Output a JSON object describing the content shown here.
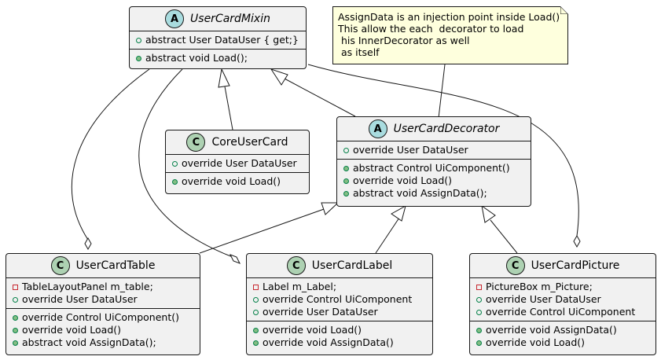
{
  "note": {
    "lines": [
      "AssignData is an injection point inside Load()",
      "This allow the each  decorator to load",
      " his InnerDecorator as well",
      " as itself"
    ]
  },
  "classes": {
    "user_card_mixin": {
      "badge": "A",
      "name": "UserCardMixin",
      "abstract": true,
      "fields": [
        "abstract User DataUser { get;}"
      ],
      "methods": [
        "abstract void Load();"
      ]
    },
    "core_user_card": {
      "badge": "C",
      "name": "CoreUserCard",
      "abstract": false,
      "fields": [
        "override User DataUser"
      ],
      "methods": [
        "override void Load()"
      ]
    },
    "user_card_decorator": {
      "badge": "A",
      "name": "UserCardDecorator",
      "abstract": true,
      "fields": [
        "override User DataUser"
      ],
      "methods": [
        "abstract Control UiComponent()",
        "override void Load()",
        "abstract void AssignData();"
      ]
    },
    "user_card_table": {
      "badge": "C",
      "name": "UserCardTable",
      "abstract": false,
      "fields": [
        "TableLayoutPanel m_table;",
        "override User DataUser"
      ],
      "methods": [
        "override Control UiComponent()",
        "override void Load()",
        "abstract void AssignData();"
      ]
    },
    "user_card_label": {
      "badge": "C",
      "name": "UserCardLabel",
      "abstract": false,
      "fields": [
        "Label m_Label;",
        "override Control UiComponent",
        "override User DataUser"
      ],
      "methods": [
        "override void Load()",
        "override void AssignData()"
      ]
    },
    "user_card_picture": {
      "badge": "C",
      "name": "UserCardPicture",
      "abstract": false,
      "fields": [
        "PictureBox m_Picture;",
        "override User DataUser",
        "override Control UiComponent"
      ],
      "methods": [
        "override void AssignData()",
        "override void Load()"
      ]
    }
  },
  "colors": {
    "class_fill": "#f1f1f1",
    "abstract_badge": "#a9dcdf",
    "class_badge": "#add1b2",
    "note_fill": "#feffdd",
    "line": "#181818"
  }
}
